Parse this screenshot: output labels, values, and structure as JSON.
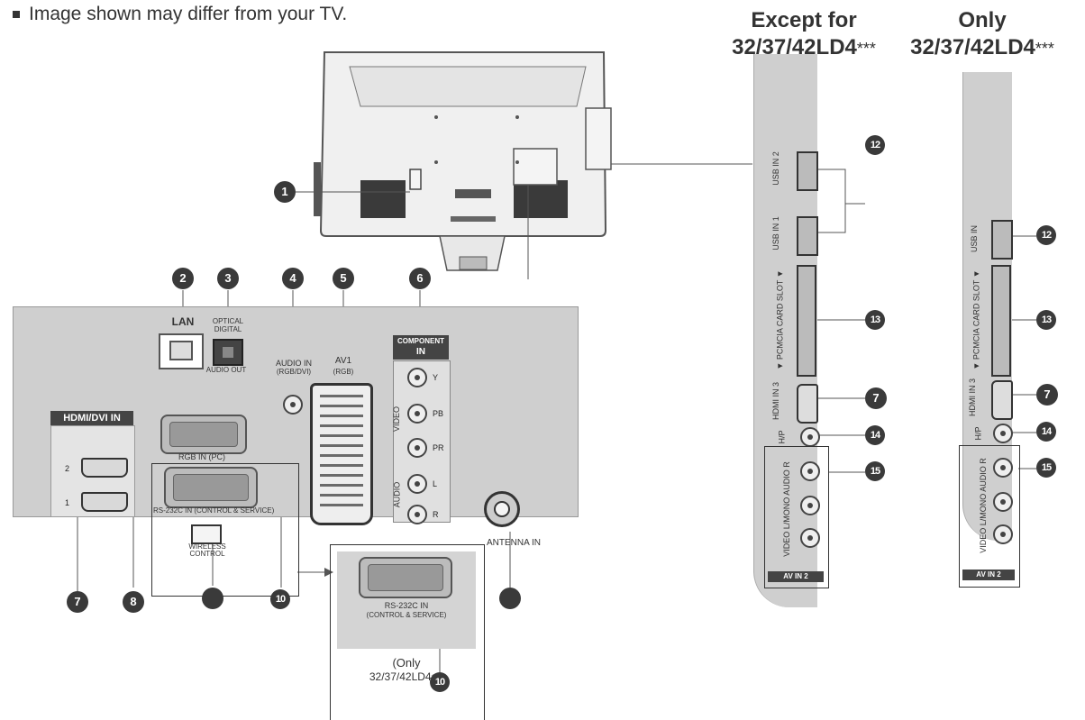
{
  "note": "Image shown may differ from your TV.",
  "columns": {
    "except": {
      "line1": "Except for",
      "line2": "32/37/42LD4",
      "stars": "***"
    },
    "only": {
      "line1": "Only",
      "line2": "32/37/42LD4",
      "stars": "***"
    }
  },
  "callouts": {
    "c1": "1",
    "c2": "2",
    "c3": "3",
    "c4": "4",
    "c5": "5",
    "c6": "6",
    "c7": "7",
    "c8": "8",
    "c10": "10",
    "c10b": "10",
    "c12": "12",
    "c13": "13",
    "c7b": "7",
    "c14": "14",
    "c15": "15",
    "c12r": "12",
    "c13r": "13",
    "c7r": "7",
    "c14r": "14",
    "c15r": "15"
  },
  "panel": {
    "lan": "LAN",
    "optical_line1": "OPTICAL",
    "optical_line2": "DIGITAL",
    "audio_out": "AUDIO OUT",
    "audio_in_line1": "AUDIO IN",
    "audio_in_line2": "(RGB/DVI)",
    "av1_line1": "AV1",
    "av1_line2": "(RGB)",
    "component_line1": "COMPONENT",
    "component_line2": "IN",
    "comp_y": "Y",
    "comp_pb": "PB",
    "comp_pr": "PR",
    "comp_l": "L",
    "comp_r": "R",
    "video": "VIDEO",
    "audio": "AUDIO",
    "hdmi_dvi_in": "HDMI/DVI IN",
    "hdmi_2": "2",
    "hdmi_1": "1",
    "rgb_in": "RGB IN (PC)",
    "rs232": "RS-232C IN (CONTROL & SERVICE)",
    "wireless_line1": "WIRELESS",
    "wireless_line2": "CONTROL",
    "antenna_in": "ANTENNA IN"
  },
  "inset": {
    "rs232_line1": "RS-232C IN",
    "rs232_line2": "(CONTROL & SERVICE)",
    "only_line1": "(Only",
    "only_line2": "32/37/42LD4",
    "only_stars": "***)"
  },
  "side_left": {
    "usb2": "USB IN 2",
    "usb1": "USB IN 1",
    "pcmcia": "▼ PCMCIA CARD SLOT ▼",
    "hdmi3": "HDMI IN 3",
    "hp": "H/P",
    "av_audio": "VIDEO L/MONO AUDIO R",
    "av_in2": "AV IN 2"
  },
  "side_right": {
    "usb": "USB IN",
    "pcmcia": "▼ PCMCIA CARD SLOT ▼",
    "hdmi3": "HDMI IN 3",
    "hp": "H/P",
    "av_audio": "VIDEO L/MONO AUDIO R",
    "av_in2": "AV IN 2"
  }
}
